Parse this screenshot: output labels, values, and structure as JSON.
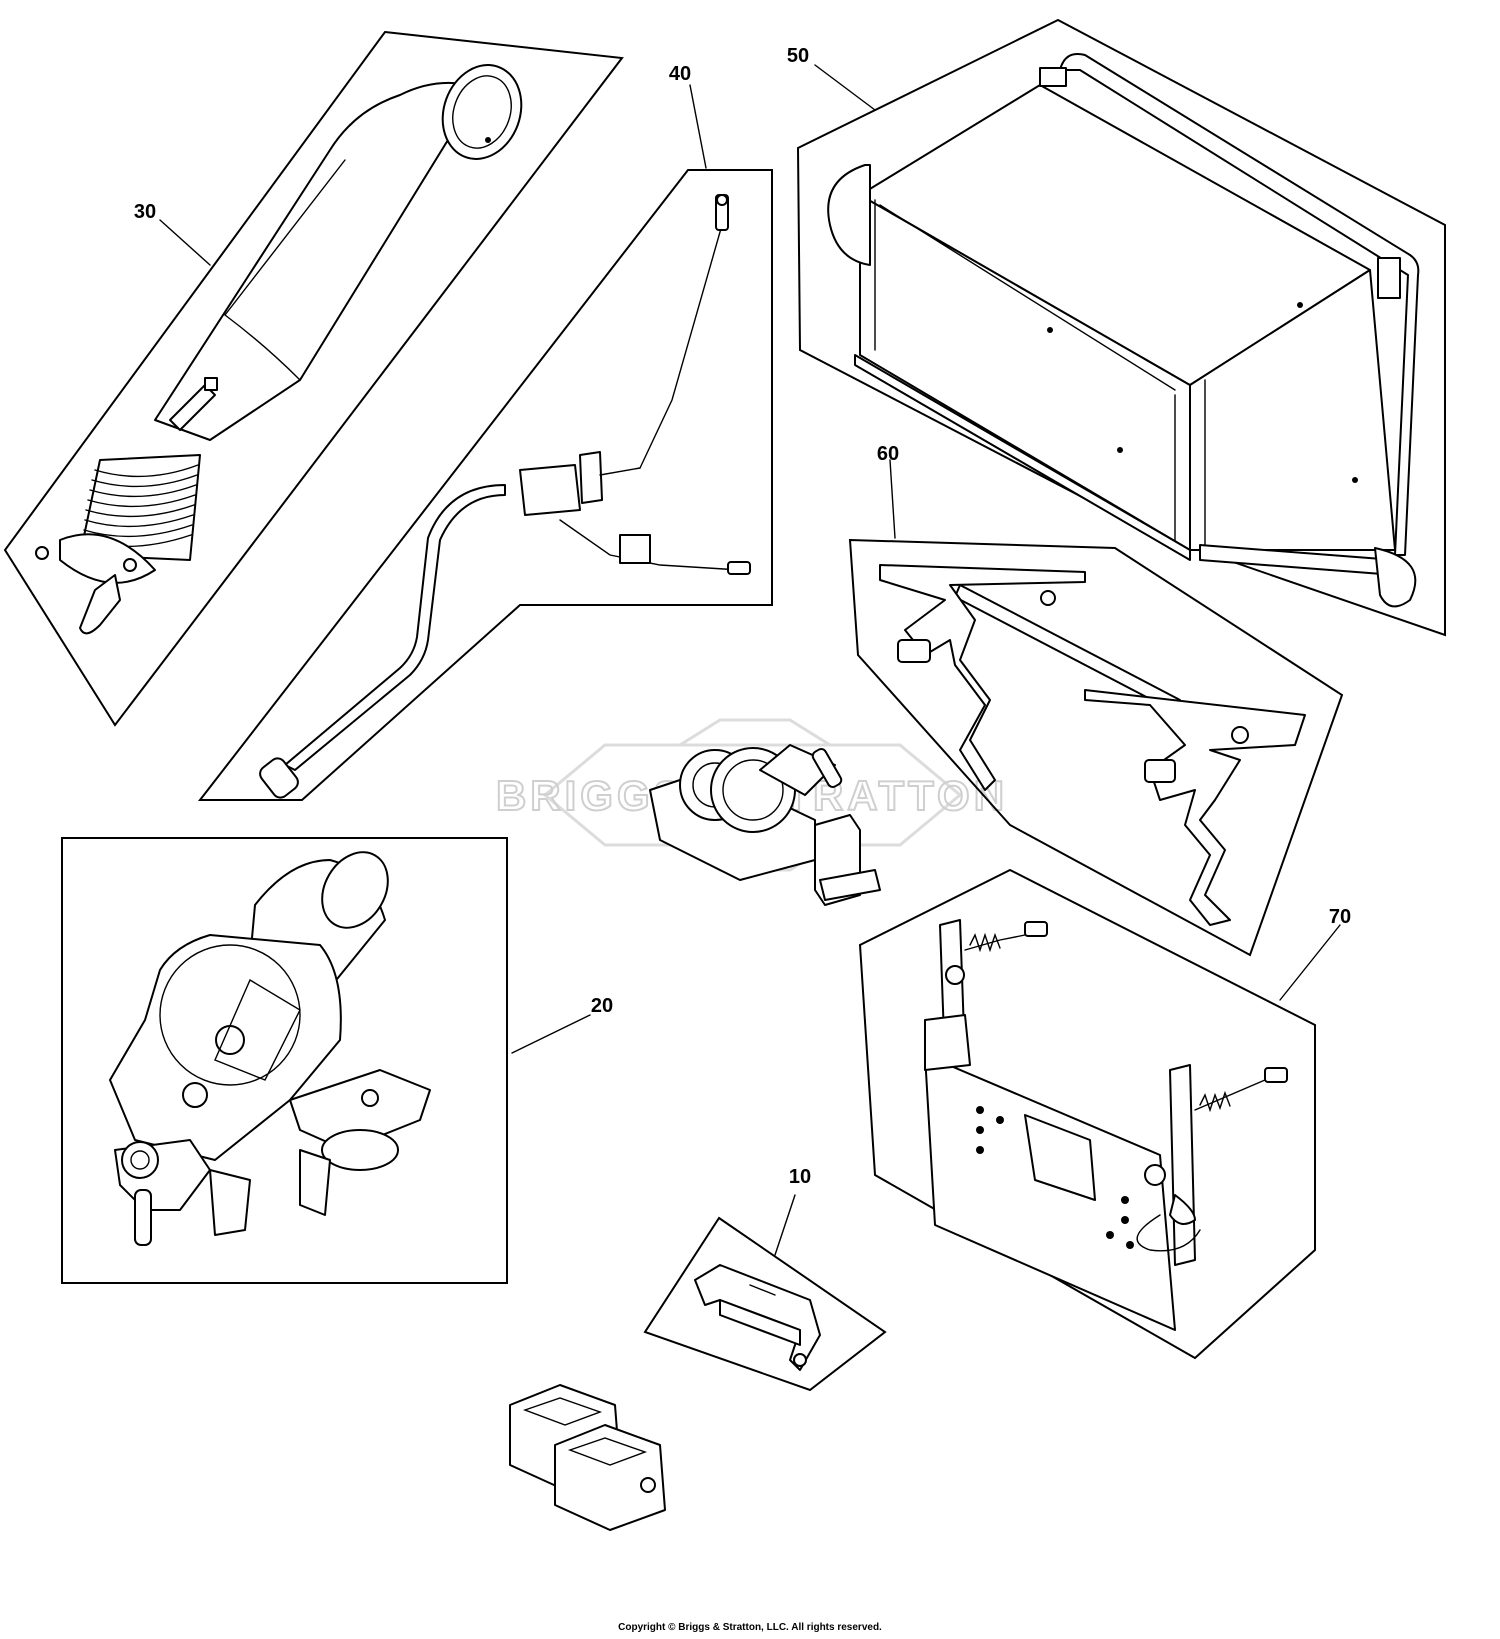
{
  "callouts": [
    {
      "id": "10",
      "label": "10"
    },
    {
      "id": "20",
      "label": "20"
    },
    {
      "id": "30",
      "label": "30"
    },
    {
      "id": "40",
      "label": "40"
    },
    {
      "id": "50",
      "label": "50"
    },
    {
      "id": "60",
      "label": "60"
    },
    {
      "id": "70",
      "label": "70"
    }
  ],
  "watermark": "BRIGGS & STRATTON",
  "footer": {
    "copyright": "Copyright © Briggs & Stratton, LLC. All rights reserved."
  }
}
